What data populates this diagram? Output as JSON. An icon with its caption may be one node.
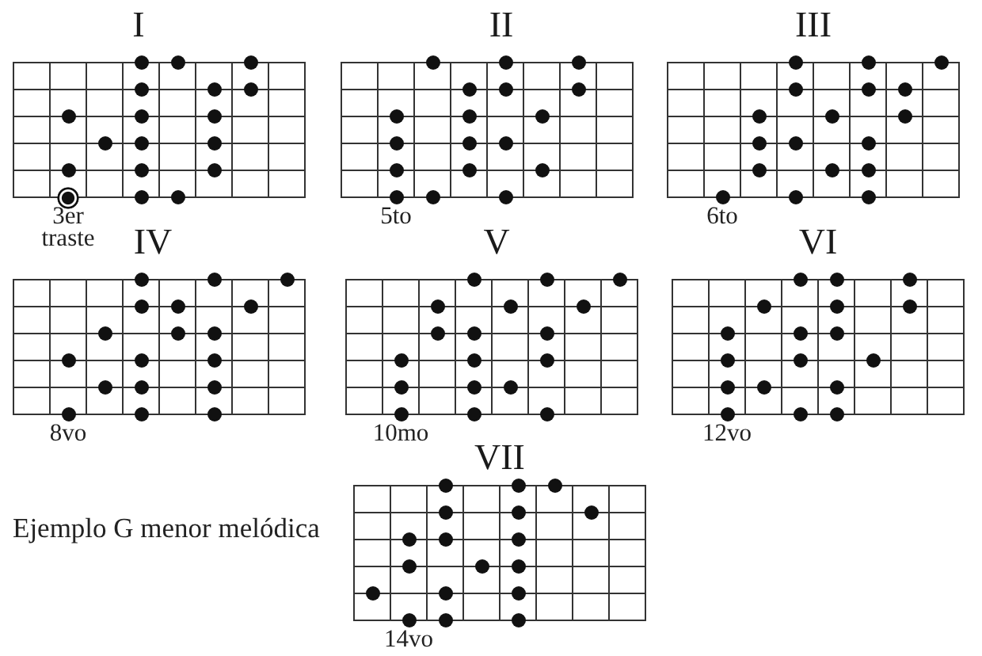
{
  "diagram": {
    "nodes": [
      {
        "text": [
          "I"
        ],
        "beside": [
          "3er traste"
        ]
      },
      {
        "text": [
          "II"
        ],
        "beside": [
          "5to"
        ]
      },
      {
        "text": [
          "III"
        ],
        "beside": [
          "6to"
        ]
      },
      {
        "text": [
          "IV"
        ],
        "beside": [
          "8vo"
        ]
      },
      {
        "text": [
          "V"
        ],
        "beside": [
          "10mo"
        ]
      },
      {
        "text": [
          "VI"
        ],
        "beside": [
          "12vo"
        ]
      },
      {
        "text": [
          "VII"
        ],
        "beside": [
          "14vo"
        ]
      }
    ],
    "labels": [
      "Ejemplo G menor melódica"
    ]
  }
}
